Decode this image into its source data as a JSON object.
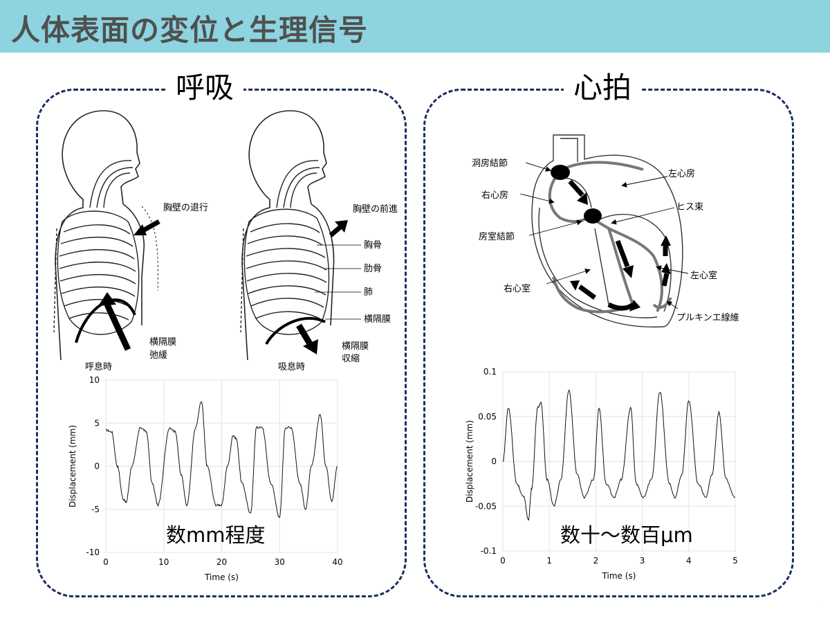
{
  "header": {
    "title": "人体表面の変位と生理信号"
  },
  "panels": {
    "left": {
      "title": "呼吸",
      "labels": {
        "chest_recede": "胸壁の退行",
        "chest_advance": "胸壁の前進",
        "sternum": "胸骨",
        "rib": "肋骨",
        "lung": "肺",
        "diaphragm": "横隔膜",
        "diaphragm_relax_1": "横隔膜",
        "diaphragm_relax_2": "弛緩",
        "diaphragm_contract_1": "横隔膜",
        "diaphragm_contract_2": "収縮",
        "exhale": "呼息時",
        "inhale": "吸息時",
        "amplitude_note": "数mm程度"
      }
    },
    "right": {
      "title": "心拍",
      "labels": {
        "sa_node": "洞房結節",
        "right_atrium": "右心房",
        "left_atrium": "左心房",
        "his_bundle": "ヒス束",
        "av_node": "房室結節",
        "left_ventricle": "左心室",
        "right_ventricle": "右心室",
        "purkinje": "プルキンエ線維",
        "amplitude_note": "数十～数百μm"
      }
    }
  },
  "chart_data": [
    {
      "type": "line",
      "xlabel": "Time (s)",
      "ylabel": "Displacement (mm)",
      "xlim": [
        0,
        40
      ],
      "ylim": [
        -10,
        10
      ],
      "xticks": [
        0,
        10,
        20,
        30,
        40
      ],
      "yticks": [
        10,
        5,
        0,
        -5,
        -10
      ],
      "grid": true,
      "series": [
        {
          "x": [
            0,
            1,
            2,
            3,
            3.5,
            4.5,
            6,
            7,
            8,
            9,
            11,
            12,
            13,
            14,
            15.5,
            16.5,
            17.5,
            19,
            20,
            21,
            22,
            22.5,
            23.5,
            25,
            26,
            27,
            28.5,
            30,
            31,
            32,
            33.5,
            34.5,
            35.5,
            37,
            38,
            39,
            40
          ],
          "y": [
            4.2,
            4,
            0,
            -3.8,
            -4.2,
            0,
            4.5,
            4,
            -2,
            -4.5,
            4.5,
            4,
            -1,
            -4.5,
            4.5,
            7.5,
            0,
            -4.5,
            -4.5,
            0,
            3.6,
            3.2,
            -2,
            -5.5,
            4.5,
            4.5,
            -2,
            -5.9,
            4.5,
            4.5,
            -2,
            -5,
            0,
            6,
            0,
            -4,
            0
          ]
        }
      ]
    },
    {
      "type": "line",
      "xlabel": "Time (s)",
      "ylabel": "Displacement (mm)",
      "xlim": [
        0,
        5
      ],
      "ylim": [
        -0.1,
        0.1
      ],
      "xticks": [
        0,
        1,
        2,
        3,
        4,
        5
      ],
      "yticks": [
        0.1,
        0.05,
        0,
        -0.05,
        -0.1
      ],
      "grid": true,
      "series": [
        {
          "x": [
            0,
            0.12,
            0.3,
            0.45,
            0.55,
            0.62,
            0.75,
            0.82,
            0.95,
            1.1,
            1.25,
            1.42,
            1.6,
            1.75,
            1.95,
            2.07,
            2.22,
            2.4,
            2.55,
            2.75,
            2.87,
            3.02,
            3.2,
            3.38,
            3.58,
            3.7,
            3.85,
            4.0,
            4.2,
            4.37,
            4.5,
            4.65,
            4.8,
            5.0
          ],
          "y": [
            0,
            0.06,
            -0.025,
            -0.04,
            -0.065,
            -0.03,
            0.06,
            0.065,
            -0.02,
            -0.05,
            -0.02,
            0.08,
            -0.015,
            -0.04,
            -0.02,
            0.06,
            -0.025,
            -0.04,
            -0.02,
            0.06,
            -0.025,
            -0.04,
            -0.02,
            0.078,
            -0.025,
            -0.04,
            -0.015,
            0.068,
            -0.025,
            -0.04,
            -0.015,
            0.055,
            -0.02,
            -0.04
          ]
        }
      ]
    }
  ]
}
